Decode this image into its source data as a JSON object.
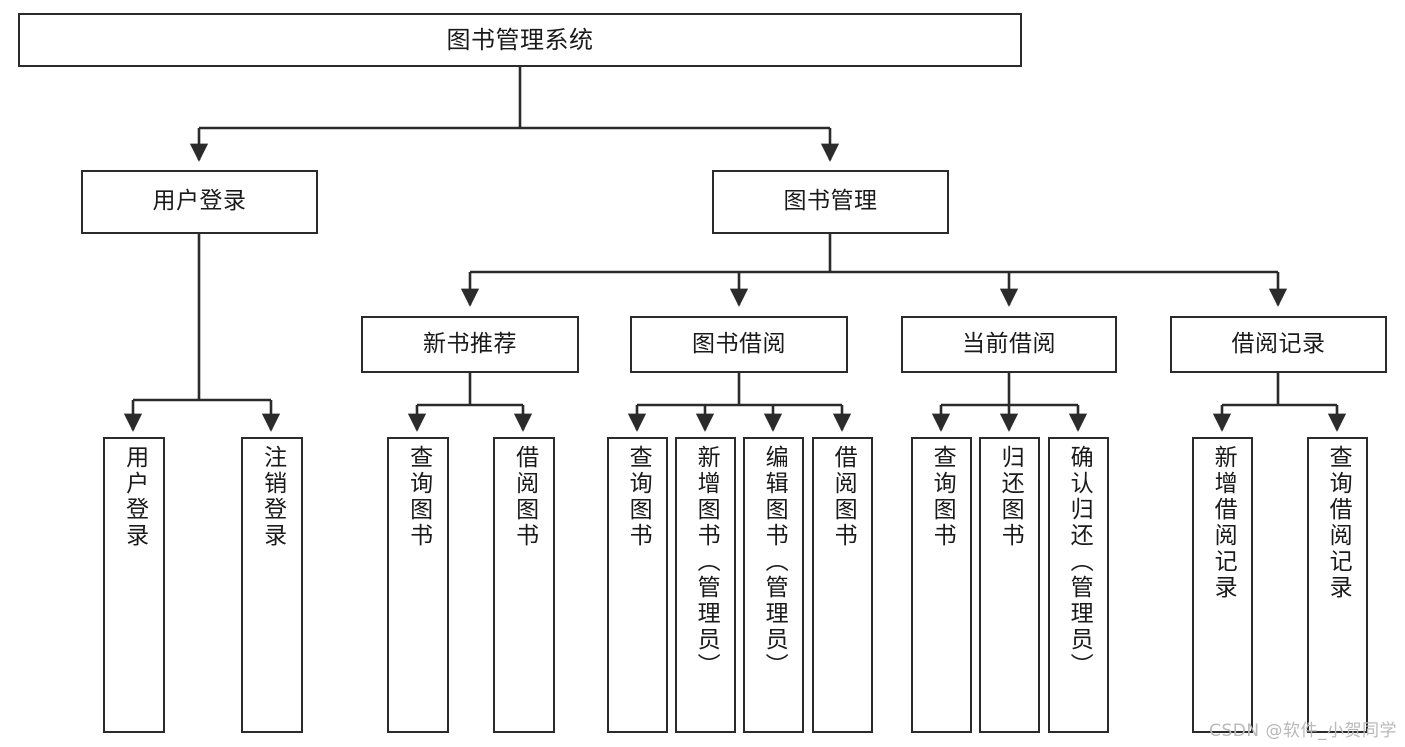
{
  "diagram": {
    "type": "tree",
    "title": "图书管理系统",
    "watermark": "CSDN @软件_小贺同学",
    "colors": {
      "box_border": "#2b2b2b",
      "box_fill": "#ffffff",
      "edge": "#2b2b2b",
      "text": "#1a1a1a",
      "watermark": "#b9b9b9"
    },
    "nodes": {
      "root": {
        "label": "图书管理系统"
      },
      "level2": [
        {
          "label": "用户登录"
        },
        {
          "label": "图书管理"
        }
      ],
      "level3": [
        {
          "label": "新书推荐"
        },
        {
          "label": "图书借阅"
        },
        {
          "label": "当前借阅"
        },
        {
          "label": "借阅记录"
        }
      ],
      "leaves": {
        "user_login": [
          {
            "label": "用户登录"
          },
          {
            "label": "注销登录"
          }
        ],
        "new_book_recommend": [
          {
            "label": "查询图书"
          },
          {
            "label": "借阅图书"
          }
        ],
        "book_borrow": [
          {
            "label": "查询图书"
          },
          {
            "label": "新增图书（管理员）"
          },
          {
            "label": "编辑图书（管理员）"
          },
          {
            "label": "借阅图书"
          }
        ],
        "current_borrow": [
          {
            "label": "查询图书"
          },
          {
            "label": "归还图书"
          },
          {
            "label": "确认归还（管理员）"
          }
        ],
        "borrow_records": [
          {
            "label": "新增借阅记录"
          },
          {
            "label": "查询借阅记录"
          }
        ]
      }
    }
  }
}
